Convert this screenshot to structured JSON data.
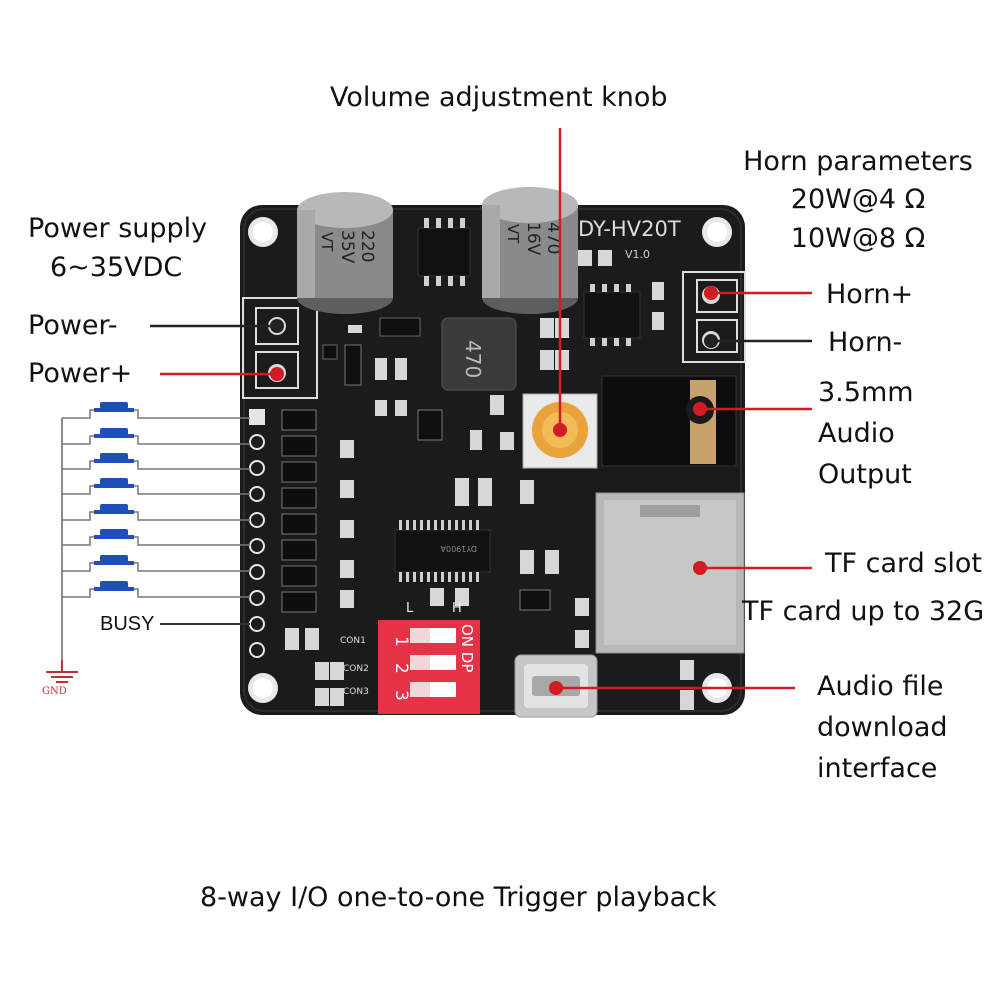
{
  "labels": {
    "volume_knob": "Volume adjustment knob",
    "horn_params_title": "Horn parameters",
    "horn_params_line1": "20W@4 Ω",
    "horn_params_line2": "10W@8 Ω",
    "power_supply": "Power supply",
    "power_supply_range": "6~35VDC",
    "power_minus": "Power-",
    "power_plus": "Power+",
    "horn_plus": "Horn+",
    "horn_minus": "Horn-",
    "audio_output_1": "3.5mm",
    "audio_output_2": "Audio",
    "audio_output_3": "Output",
    "tf_slot": "TF card slot",
    "tf_capacity": "TF card up to 32G",
    "download_1": "Audio file",
    "download_2": "download",
    "download_3": "interface",
    "busy": "BUSY",
    "gnd": "GND",
    "caption": "8-way I/O one-to-one Trigger playback"
  },
  "board": {
    "model": "DY-HV20T",
    "version": "V1.0",
    "cap_left": [
      "220",
      "35V",
      "VT"
    ],
    "cap_right": [
      "470",
      "16V",
      "VT"
    ],
    "inductor": "470",
    "chip": "DY1900A",
    "dip_labels": {
      "L": "L",
      "H": "H",
      "on": "ON DP",
      "n1": "1",
      "n2": "2",
      "n3": "3"
    },
    "con_labels": [
      "CON1",
      "CON2",
      "CON3"
    ]
  },
  "colors": {
    "pcb": "#1b1b1b",
    "annotation_red": "#d21c25",
    "annotation_dark": "#222222",
    "dip_red": "#e63247",
    "pot_orange": "#e8a33a",
    "button_blue": "#1f4fb8"
  }
}
